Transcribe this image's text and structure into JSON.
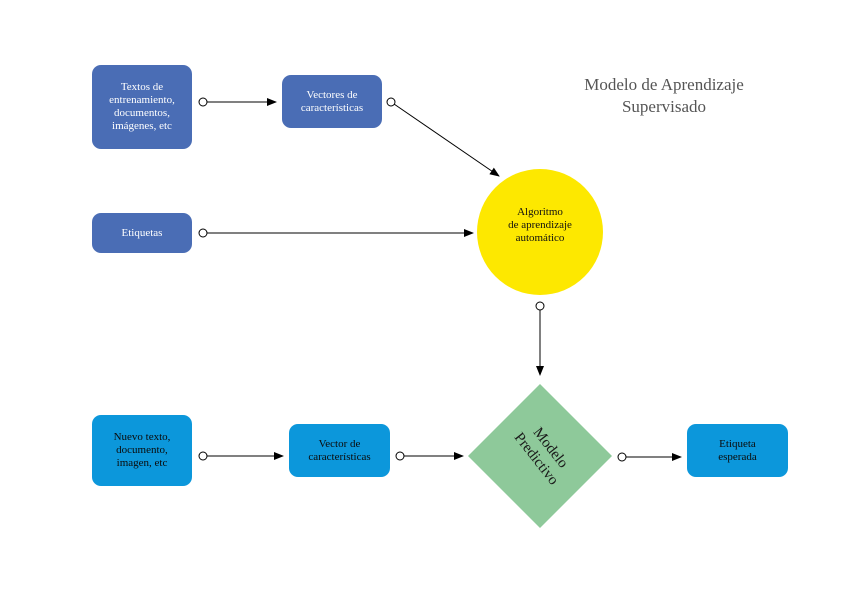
{
  "title": "Modelo de Aprendizaje\nSupervisado",
  "nodes": {
    "training_texts": "Textos de\nentrenamiento,\ndocumentos,\nimágenes, etc",
    "feature_vectors": "Vectores de\ncaracterísticas",
    "labels": "Etiquetas",
    "algorithm": "Algoritmo\nde aprendizaje\nautomático",
    "new_text": "Nuevo texto,\ndocumento,\nimagen, etc",
    "feature_vector": "Vector de\ncaracterísticas",
    "predictive_model": "Modelo\nPredictivo",
    "expected_label": "Etiqueta\nesperada"
  },
  "colors": {
    "training_box": "#4a6db5",
    "prediction_box": "#0c97db",
    "algorithm_circle": "#fde800",
    "model_diamond": "#8ec99a"
  }
}
